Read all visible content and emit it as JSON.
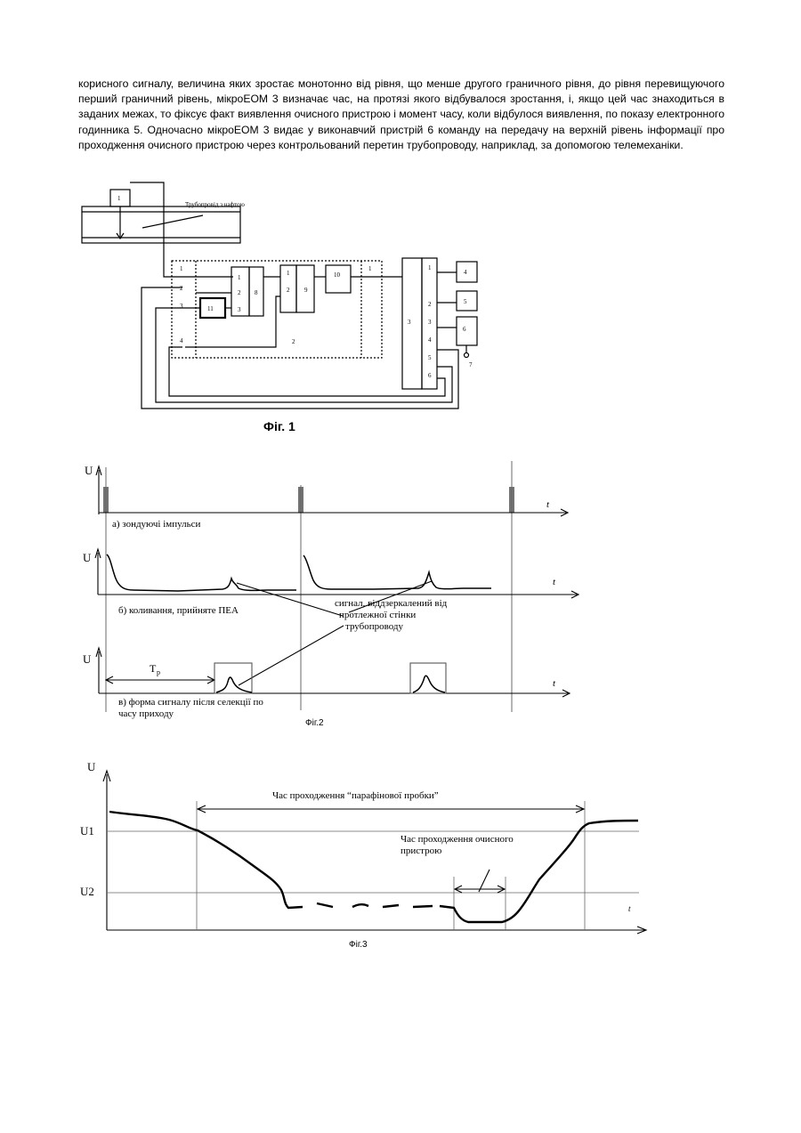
{
  "paragraph": "корисного сигналу, величина яких зростає монотонно від рівня, що менше другого граничного рівня, до рівня перевищуючого перший граничний рівень, мікроЕОМ 3 визначає час, на протязі якого відбувалося зростання, і, якщо цей час знаходиться в заданих межах, то фіксує факт виявлення очисного пристрою і момент часу, коли відбулося виявлення, по показу електронного годинника 5. Одночасно мікроЕОМ 3 видає у виконавчий пристрій 6 команду на передачу на верхній рівень інформації про проходження очисного пристрою через контрольований перетин трубопроводу, наприклад, за допомогою телемеханіки.",
  "fig1": {
    "caption": "Фіг. 1",
    "pipe_label": "Трубопровід з нафтою",
    "sensor": "1",
    "block8_ports": [
      "1",
      "2",
      "3"
    ],
    "block8": "8",
    "block9_ports": [
      "1",
      "2"
    ],
    "block9": "9",
    "block10": "10",
    "block11": "11",
    "block2": "2",
    "block2_left_ports": [
      "1",
      "2",
      "3",
      "4"
    ],
    "block2_right_port": "1",
    "block3": "3",
    "block3_ports": [
      "1",
      "2",
      "3",
      "4",
      "5",
      "6"
    ],
    "block4": "4",
    "block5": "5",
    "block6": "6",
    "block7": "7"
  },
  "fig2": {
    "caption": "Фіг.2",
    "u": "U",
    "t": "t",
    "label_a": "а) зондуючі імпульси",
    "label_b": "б) коливання, прийняте ПЕА",
    "label_c1": "в) форма сигналу після селекції по",
    "label_c2": "часу приходу",
    "tp": "T",
    "tp_sub": "р",
    "annot1": "сигнал, віддзеркалений від",
    "annot2": "протлежної стінки",
    "annot3": "трубопроводу"
  },
  "fig3": {
    "caption": "Фіг.3",
    "u": "U",
    "u1": "U1",
    "u2": "U2",
    "t": "t",
    "label_top": "Час проходження “парафінової пробки”",
    "label_mid1": "Час проходження очисного",
    "label_mid2": "пристрою"
  }
}
